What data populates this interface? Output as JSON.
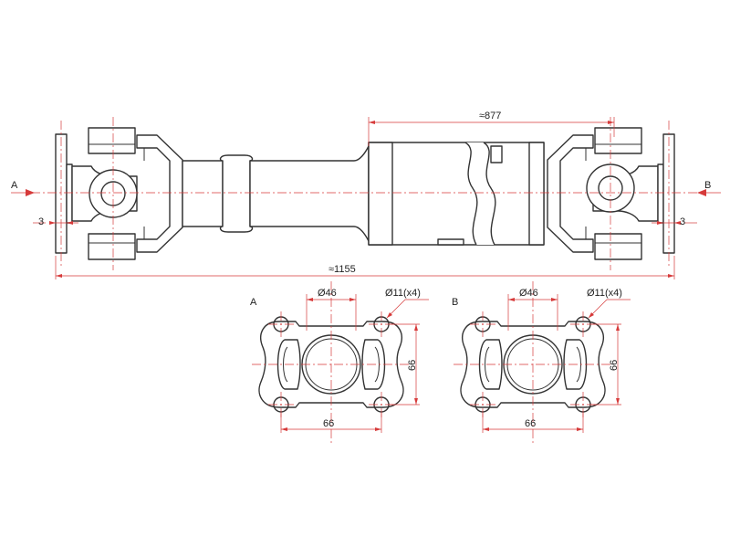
{
  "labels": {
    "view_a_arrow": "A",
    "view_b_arrow": "B",
    "view_a_title": "A",
    "view_b_title": "B"
  },
  "dimensions": {
    "overall_length": "≈1155",
    "tube_length": "≈877",
    "flange_thickness_left": "3",
    "flange_thickness_right": "3",
    "a_bolt_spacing_top": "Ø46",
    "a_hole_callout": "Ø11(x4)",
    "a_bolt_spacing_bottom": "66",
    "a_bolt_spacing_right": "66",
    "b_bolt_spacing_top": "Ø46",
    "b_hole_callout": "Ø11(x4)",
    "b_bolt_spacing_bottom": "66",
    "b_bolt_spacing_right": "66"
  },
  "colors": {
    "outline": "#333333",
    "dimension": "#d63a3a"
  }
}
